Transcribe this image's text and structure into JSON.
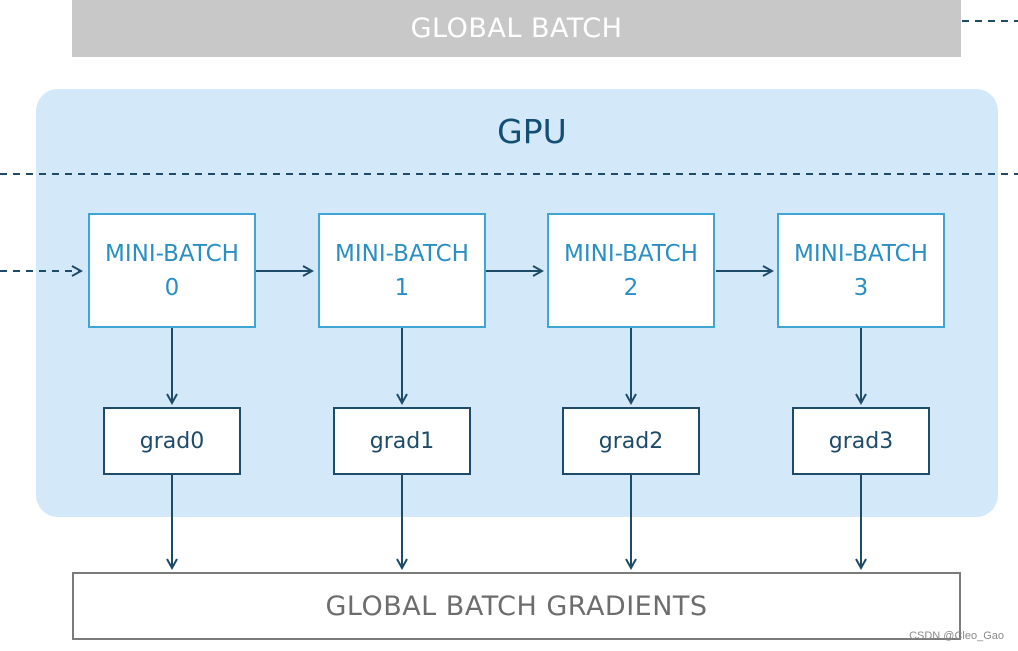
{
  "diagram": {
    "global_batch_label": "GLOBAL BATCH",
    "gpu_label": "GPU",
    "mini_batches": [
      {
        "title": "MINI-BATCH",
        "index": "0"
      },
      {
        "title": "MINI-BATCH",
        "index": "1"
      },
      {
        "title": "MINI-BATCH",
        "index": "2"
      },
      {
        "title": "MINI-BATCH",
        "index": "3"
      }
    ],
    "grads": [
      {
        "label": "grad0"
      },
      {
        "label": "grad1"
      },
      {
        "label": "grad2"
      },
      {
        "label": "grad3"
      }
    ],
    "global_gradients_label": "GLOBAL BATCH GRADIENTS",
    "watermark": "CSDN @Cleo_Gao"
  },
  "colors": {
    "gpu_region": "#d3e8f8",
    "mini_batch_border": "#3fa6d3",
    "mini_batch_text": "#2a8fc4",
    "grad_border": "#1d4b68",
    "arrow": "#1d4b68",
    "dashed_line": "#1d4b68",
    "global_batch_fill": "#c8c8c8"
  }
}
